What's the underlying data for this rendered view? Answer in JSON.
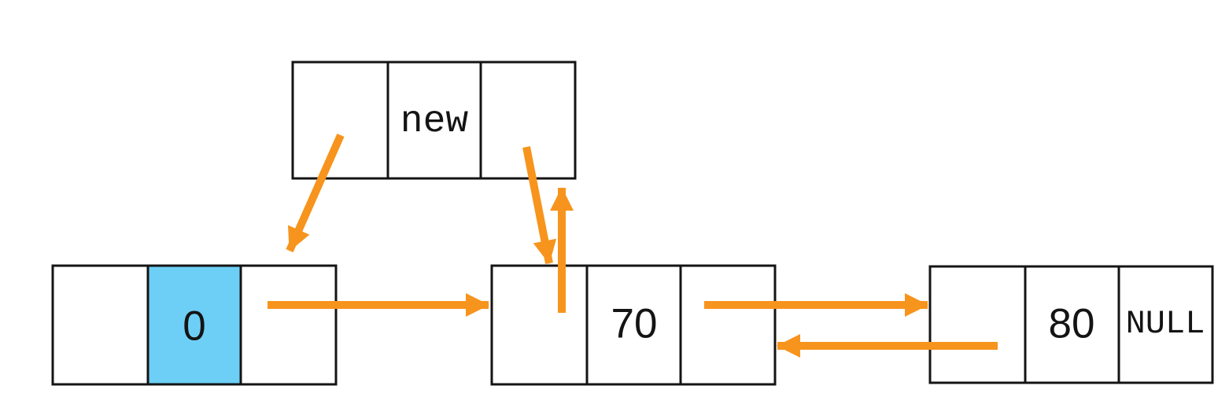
{
  "colors": {
    "arrow": "#F7941D",
    "highlight": "#6DCFF6",
    "border": "#141414",
    "text": "#141414",
    "background": "#FFFFFF"
  },
  "list": {
    "new_node": {
      "id": "new",
      "value": "new",
      "highlighted": false
    },
    "nodes": [
      {
        "id": "node-0",
        "value": "0",
        "highlighted": true,
        "next_label": ""
      },
      {
        "id": "node-70",
        "value": "70",
        "highlighted": false,
        "next_label": ""
      },
      {
        "id": "node-80",
        "value": "80",
        "highlighted": false,
        "next_label": "NULL"
      }
    ],
    "edges": [
      {
        "name": "new-prev-to-node-0",
        "from": "new.prev",
        "to": "node-0"
      },
      {
        "name": "new-next-to-node-70",
        "from": "new.next",
        "to": "node-70"
      },
      {
        "name": "node-70-prev-to-new",
        "from": "node-70.prev",
        "to": "new"
      },
      {
        "name": "node-0-next-to-node-70",
        "from": "node-0.next",
        "to": "node-70"
      },
      {
        "name": "node-70-next-to-node-80",
        "from": "node-70.next",
        "to": "node-80"
      },
      {
        "name": "node-80-prev-to-node-70",
        "from": "node-80.prev",
        "to": "node-70"
      }
    ]
  }
}
